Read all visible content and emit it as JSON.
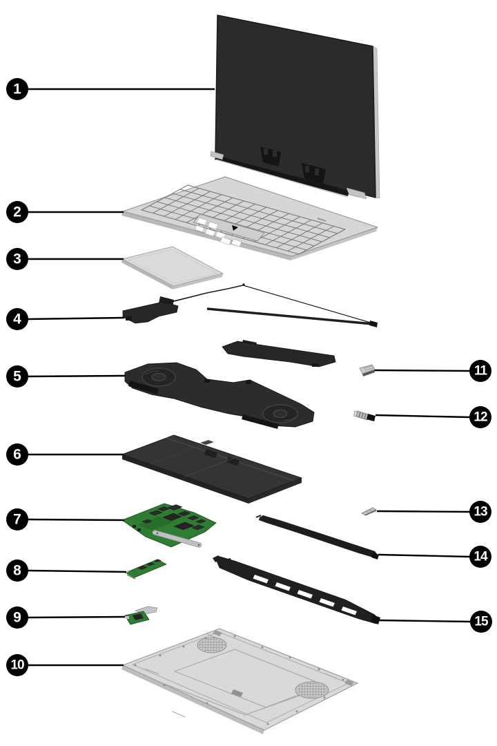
{
  "figure": {
    "kind": "exploded-parts-diagram",
    "background_color": "#ffffff"
  },
  "palette": {
    "callout_fill": "#000000",
    "callout_text": "#ffffff",
    "leader_line": "#000000",
    "dark_part": "#2b2b2c",
    "light_part": "#d5d6d7",
    "pcb_green": "#2f7d32",
    "metal_silver": "#c4c5c6"
  },
  "callouts": [
    {
      "number": "1"
    },
    {
      "number": "2"
    },
    {
      "number": "3"
    },
    {
      "number": "4"
    },
    {
      "number": "5"
    },
    {
      "number": "6"
    },
    {
      "number": "7"
    },
    {
      "number": "8"
    },
    {
      "number": "9"
    },
    {
      "number": "10"
    },
    {
      "number": "11"
    },
    {
      "number": "12"
    },
    {
      "number": "13"
    },
    {
      "number": "14"
    },
    {
      "number": "15"
    }
  ]
}
